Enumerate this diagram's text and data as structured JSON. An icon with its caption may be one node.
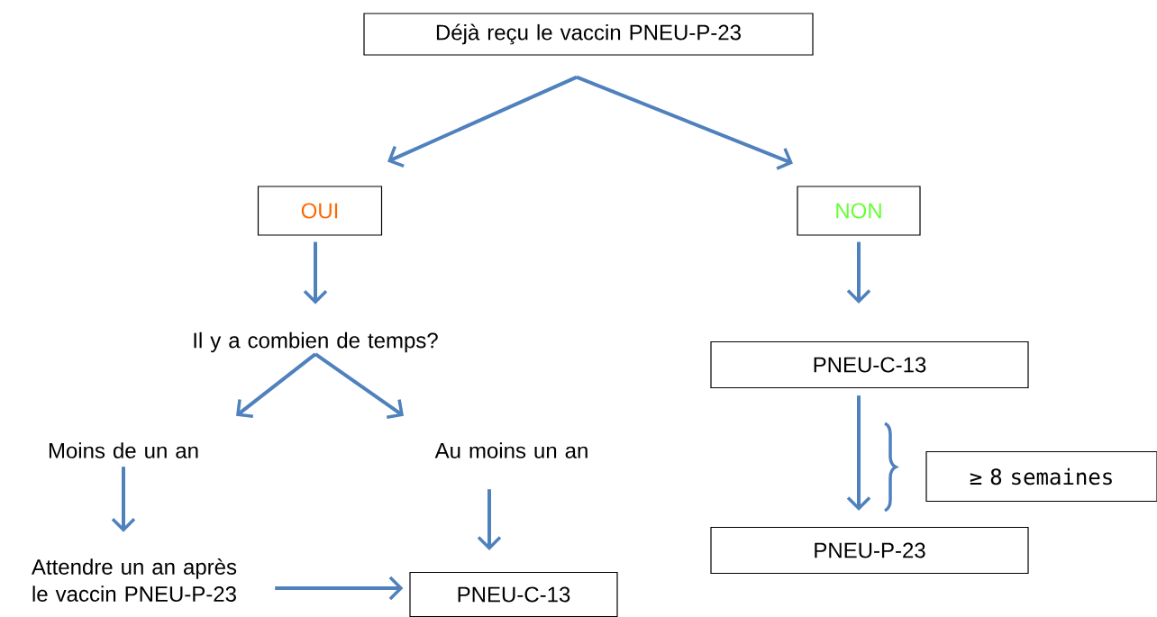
{
  "diagram": {
    "nodes": [
      {
        "text": [
          "Déjà reçu le vaccin PNEU-P-23"
        ]
      },
      {
        "text": [
          "OUI"
        ]
      },
      {
        "text": [
          "NON"
        ]
      },
      {
        "text": [
          "Il y a combien de temps?"
        ]
      },
      {
        "text": [
          "Moins de un an"
        ]
      },
      {
        "text": [
          "Au moins un an"
        ]
      },
      {
        "text": [
          "Attendre un an après le vaccin PNEU-P-23"
        ]
      },
      {
        "text": [
          "PNEU-C-13"
        ]
      },
      {
        "text": [
          "PNEU-C-13"
        ]
      },
      {
        "text": [
          "PNEU-P-23"
        ]
      },
      {
        "text": [
          "≥ 8 semaines"
        ]
      }
    ],
    "edges": [
      {
        "from": 0,
        "to": 1,
        "arrow": "to"
      },
      {
        "from": 0,
        "to": 2,
        "arrow": "to"
      },
      {
        "from": 1,
        "to": 3,
        "arrow": "to"
      },
      {
        "from": 2,
        "to": 8,
        "arrow": "to"
      },
      {
        "from": 3,
        "to": 4,
        "arrow": "to"
      },
      {
        "from": 3,
        "to": 5,
        "arrow": "to"
      },
      {
        "from": 4,
        "to": 6,
        "arrow": "to"
      },
      {
        "from": 5,
        "to": 7,
        "arrow": "to"
      },
      {
        "from": 6,
        "to": 7,
        "arrow": "to"
      },
      {
        "from": 8,
        "to": 9,
        "arrow": "to"
      }
    ]
  }
}
